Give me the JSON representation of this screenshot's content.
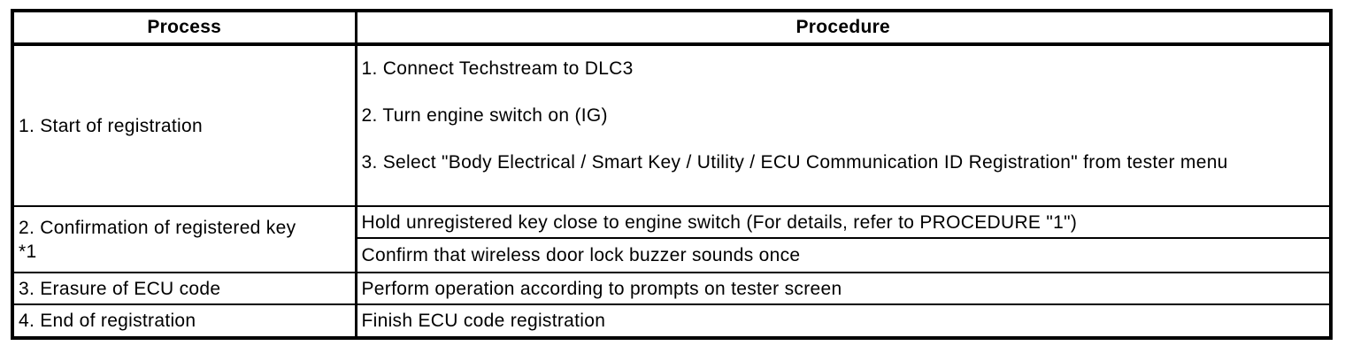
{
  "document": {
    "background_color": "#ffffff",
    "border_color": "#000000",
    "text_color": "#000000"
  },
  "table": {
    "columns": [
      {
        "label": "Process"
      },
      {
        "label": "Procedure"
      }
    ],
    "rows": [
      {
        "process": "1. Start of registration",
        "procedure_steps": [
          "1. Connect Techstream to DLC3",
          "2. Turn engine switch on (IG)",
          "3. Select \"Body Electrical / Smart Key / Utility / ECU Communication ID Registration\" from tester menu"
        ]
      },
      {
        "process": "2. Confirmation of registered key",
        "process_footnote": "*1",
        "procedure_substeps": [
          "Hold unregistered key close to engine switch (For details, refer to PROCEDURE \"1\")",
          "Confirm that wireless door lock buzzer sounds once"
        ]
      },
      {
        "process": "3. Erasure of ECU code",
        "procedure": "Perform operation according to prompts on tester screen"
      },
      {
        "process": "4. End of registration",
        "procedure": "Finish ECU code registration"
      }
    ]
  }
}
